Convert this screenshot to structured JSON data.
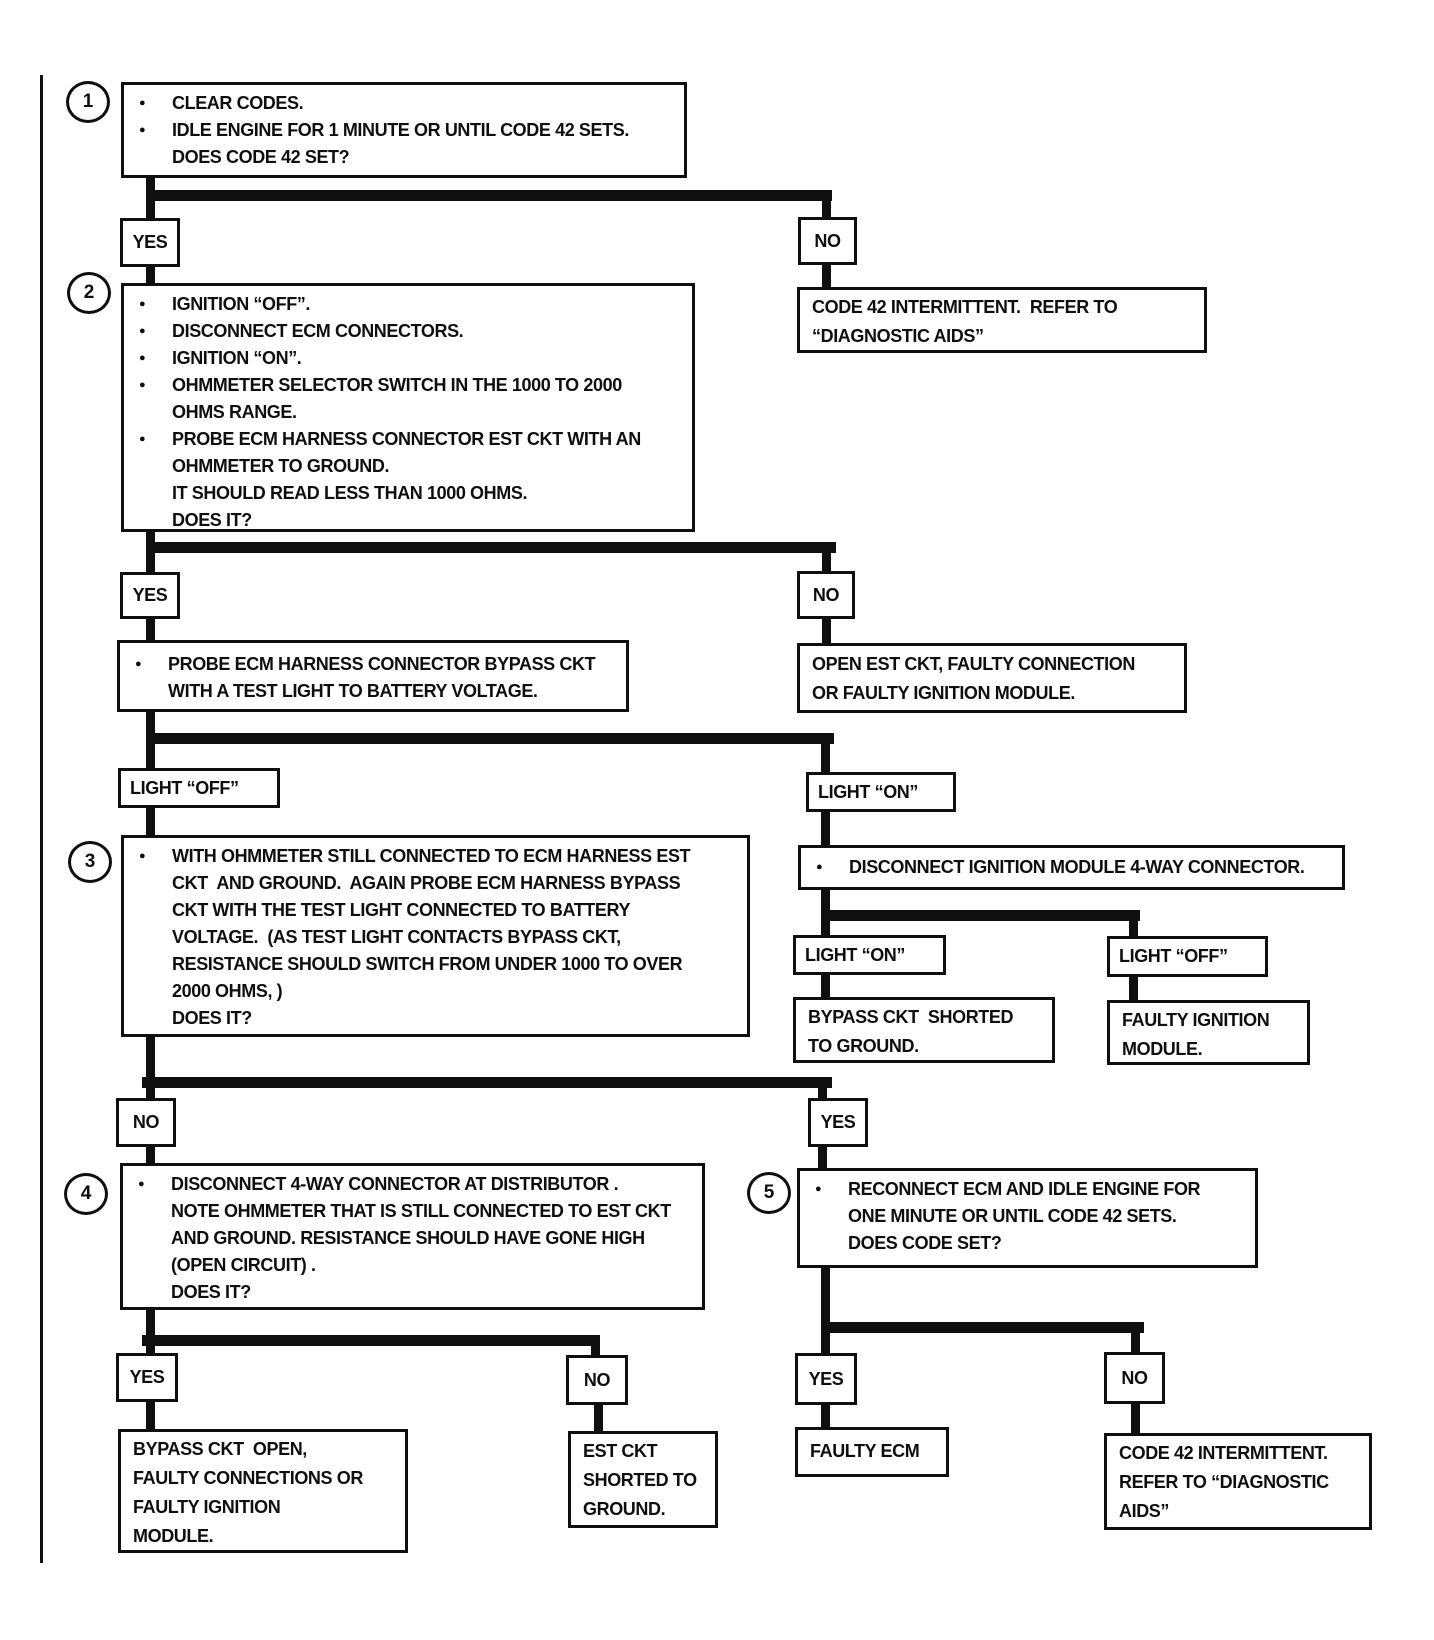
{
  "colors": {
    "ink": "#0f0f0f",
    "paper": "#ffffff"
  },
  "icons": {
    "bullet": "●"
  },
  "steps": {
    "s1": {
      "number": "1",
      "lines": [
        {
          "b": true,
          "t": "CLEAR CODES."
        },
        {
          "b": true,
          "t": "IDLE ENGINE FOR 1 MINUTE OR UNTIL CODE 42 SETS."
        },
        {
          "b": false,
          "t": "DOES CODE 42 SET?"
        }
      ]
    },
    "s2": {
      "number": "2",
      "lines": [
        {
          "b": true,
          "t": "IGNITION “OFF”."
        },
        {
          "b": true,
          "t": "DISCONNECT ECM CONNECTORS."
        },
        {
          "b": true,
          "t": "IGNITION “ON”."
        },
        {
          "b": true,
          "t": "OHMMETER SELECTOR SWITCH IN THE 1000 TO 2000"
        },
        {
          "b": false,
          "t": "OHMS RANGE."
        },
        {
          "b": true,
          "t": "PROBE ECM HARNESS CONNECTOR EST CKT WITH AN"
        },
        {
          "b": false,
          "t": "OHMMETER TO GROUND."
        },
        {
          "b": false,
          "t": "IT SHOULD READ LESS THAN 1000 OHMS."
        },
        {
          "b": false,
          "t": "DOES IT?"
        }
      ]
    },
    "s3": {
      "number": "3",
      "lines": [
        {
          "b": true,
          "t": "WITH OHMMETER STILL CONNECTED TO ECM HARNESS EST"
        },
        {
          "b": false,
          "t": "CKT  AND GROUND.  AGAIN PROBE ECM HARNESS BYPASS"
        },
        {
          "b": false,
          "t": "CKT WITH THE TEST LIGHT CONNECTED TO BATTERY"
        },
        {
          "b": false,
          "t": "VOLTAGE.  (AS TEST LIGHT CONTACTS BYPASS CKT,"
        },
        {
          "b": false,
          "t": "RESISTANCE SHOULD SWITCH FROM UNDER 1000 TO OVER"
        },
        {
          "b": false,
          "t": "2000 OHMS, )"
        },
        {
          "b": false,
          "t": "DOES IT?"
        }
      ]
    },
    "s4": {
      "number": "4",
      "lines": [
        {
          "b": true,
          "t": "DISCONNECT 4-WAY CONNECTOR AT DISTRIBUTOR ."
        },
        {
          "b": false,
          "t": "NOTE OHMMETER THAT IS STILL CONNECTED TO EST CKT"
        },
        {
          "b": false,
          "t": "AND GROUND. RESISTANCE SHOULD HAVE GONE HIGH"
        },
        {
          "b": false,
          "t": "(OPEN CIRCUIT) ."
        },
        {
          "b": false,
          "t": "DOES IT?"
        }
      ]
    },
    "s5": {
      "number": "5",
      "lines": [
        {
          "b": true,
          "t": "RECONNECT ECM AND IDLE ENGINE FOR"
        },
        {
          "b": false,
          "t": "ONE MINUTE OR UNTIL CODE 42 SETS."
        },
        {
          "b": false,
          "t": "DOES CODE SET?"
        }
      ]
    }
  },
  "actions": {
    "probe_bypass": {
      "lines": [
        {
          "b": true,
          "t": "PROBE ECM HARNESS CONNECTOR BYPASS CKT"
        },
        {
          "b": false,
          "t": "WITH A TEST LIGHT TO BATTERY VOLTAGE."
        }
      ]
    },
    "disconnect_ign": {
      "lines": [
        {
          "b": true,
          "t": "DISCONNECT IGNITION MODULE 4-WAY CONNECTOR."
        }
      ]
    }
  },
  "results": {
    "code42_top": {
      "lines": [
        "CODE 42 INTERMITTENT.  REFER TO",
        "“DIAGNOSTIC AIDS”"
      ]
    },
    "open_est": {
      "lines": [
        "OPEN EST CKT, FAULTY CONNECTION",
        "OR FAULTY IGNITION MODULE."
      ]
    },
    "bypass_shorted": {
      "lines": [
        "BYPASS CKT  SHORTED",
        "TO GROUND."
      ]
    },
    "faulty_ignition": {
      "lines": [
        "FAULTY IGNITION",
        "MODULE."
      ]
    },
    "bypass_open": {
      "lines": [
        "BYPASS CKT  OPEN,",
        "FAULTY CONNECTIONS OR",
        "FAULTY IGNITION",
        "MODULE."
      ]
    },
    "est_shorted": {
      "lines": [
        "EST CKT",
        "SHORTED TO",
        "GROUND."
      ]
    },
    "faulty_ecm": {
      "lines": [
        "FAULTY ECM"
      ]
    },
    "code42_bottom": {
      "lines": [
        "CODE 42 INTERMITTENT.",
        "REFER TO “DIAGNOSTIC",
        "AIDS”"
      ]
    }
  },
  "labels": {
    "yes1": "YES",
    "no1": "NO",
    "yes2": "YES",
    "no2": "NO",
    "light_off_1": "LIGHT “OFF”",
    "light_on_1": "LIGHT “ON”",
    "light_on_2": "LIGHT “ON”",
    "light_off_2": "LIGHT “OFF”",
    "no3": "NO",
    "yes3": "YES",
    "yes4": "YES",
    "no4": "NO",
    "yes5": "YES",
    "no5": "NO"
  }
}
